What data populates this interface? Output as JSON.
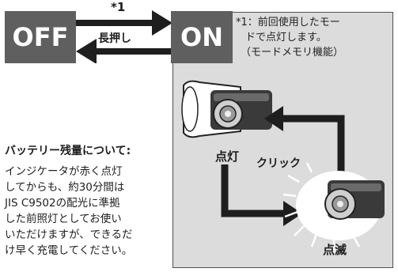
{
  "mode_switch": {
    "off_label": "OFF",
    "on_label": "ON",
    "press_note_marker": "*1",
    "long_press_label": "長押し"
  },
  "note": {
    "lines": [
      "*1：前回使用したモー",
      "ドで点灯します。",
      "（モードメモリ機能）"
    ]
  },
  "modes": {
    "lit_label": "点灯",
    "click_label": "クリック",
    "blink_label": "点滅"
  },
  "battery": {
    "heading": "バッテリー残量について:",
    "lines": [
      "インジケータが赤く点灯",
      "してからも、約30分間は",
      "JIS C9502の配光に準拠",
      "した前照灯としてお使い",
      "いただけますが、できるだ",
      "け早く充電してください。"
    ]
  }
}
